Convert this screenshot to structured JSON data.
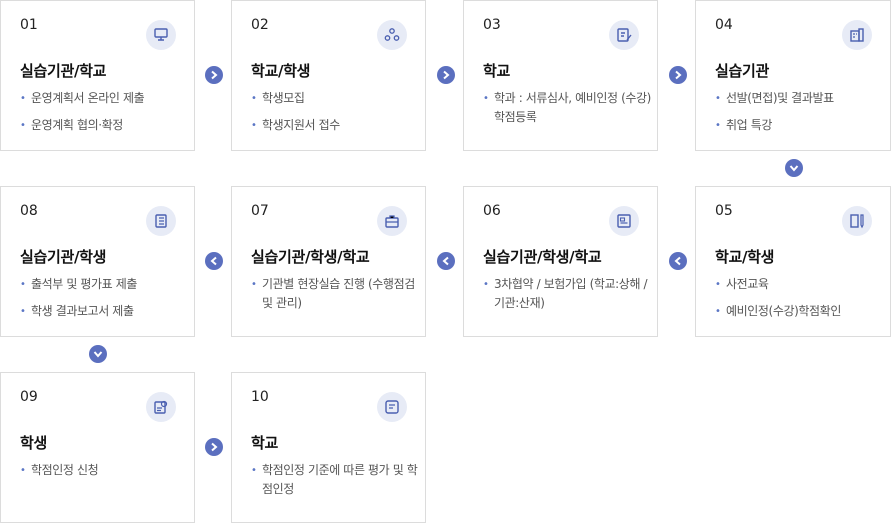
{
  "steps": [
    {
      "num": "01",
      "title": "실습기관/학교",
      "items": [
        "운영계획서 온라인 제출",
        "운영계획 협의·확정"
      ],
      "icon": "monitor-icon"
    },
    {
      "num": "02",
      "title": "학교/학생",
      "items": [
        "학생모집",
        "학생지원서 접수"
      ],
      "icon": "people-group-icon"
    },
    {
      "num": "03",
      "title": "학교",
      "items": [
        "학과 : 서류심사, 예비인정 (수강)학점등록"
      ],
      "icon": "document-pen-icon"
    },
    {
      "num": "04",
      "title": "실습기관",
      "items": [
        "선발(면접)및 결과발표",
        "취업 특강"
      ],
      "icon": "building-icon"
    },
    {
      "num": "05",
      "title": "학교/학생",
      "items": [
        "사전교육",
        "예비인정(수강)학점확인"
      ],
      "icon": "book-pencil-icon"
    },
    {
      "num": "06",
      "title": "실습기관/학생/학교",
      "items": [
        "3차협약 / 보험가입 (학교:상해 / 기관:산재)"
      ],
      "icon": "contract-icon"
    },
    {
      "num": "07",
      "title": "실습기관/학생/학교",
      "items": [
        "기관별 현장실습 진행 (수행점검 및 관리)"
      ],
      "icon": "briefcase-icon"
    },
    {
      "num": "08",
      "title": "실습기관/학생",
      "items": [
        "출석부 및 평가표 제출",
        "학생 결과보고서 제출"
      ],
      "icon": "notebook-icon"
    },
    {
      "num": "09",
      "title": "학생",
      "items": [
        "학점인정 신청"
      ],
      "icon": "application-icon"
    },
    {
      "num": "10",
      "title": "학교",
      "items": [
        "학점인정 기준에 따른 평가 및 학점인정"
      ],
      "icon": "certificate-icon"
    }
  ],
  "arrows": [
    {
      "name": "arrow-01-to-02",
      "direction": "right"
    },
    {
      "name": "arrow-02-to-03",
      "direction": "right"
    },
    {
      "name": "arrow-03-to-04",
      "direction": "right"
    },
    {
      "name": "arrow-04-to-05",
      "direction": "down"
    },
    {
      "name": "arrow-05-to-06",
      "direction": "left"
    },
    {
      "name": "arrow-06-to-07",
      "direction": "left"
    },
    {
      "name": "arrow-07-to-08",
      "direction": "left"
    },
    {
      "name": "arrow-08-to-09",
      "direction": "down"
    },
    {
      "name": "arrow-09-to-10",
      "direction": "right"
    }
  ],
  "colors": {
    "accent": "#5b6fbf",
    "icon_bg": "#e7ebf6",
    "border": "#dcdcdc",
    "bullet": "#5b76c5"
  }
}
